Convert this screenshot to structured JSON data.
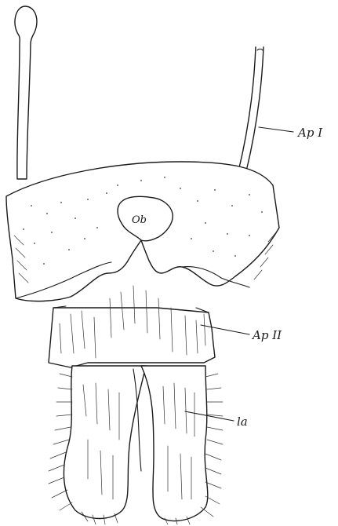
{
  "figure": {
    "labels": {
      "ap1": "Ap I",
      "ap2": "Ap II",
      "ob": "Ob",
      "la": "la"
    },
    "colors": {
      "ink": "#1a1a1a",
      "paper": "#ffffff"
    }
  }
}
